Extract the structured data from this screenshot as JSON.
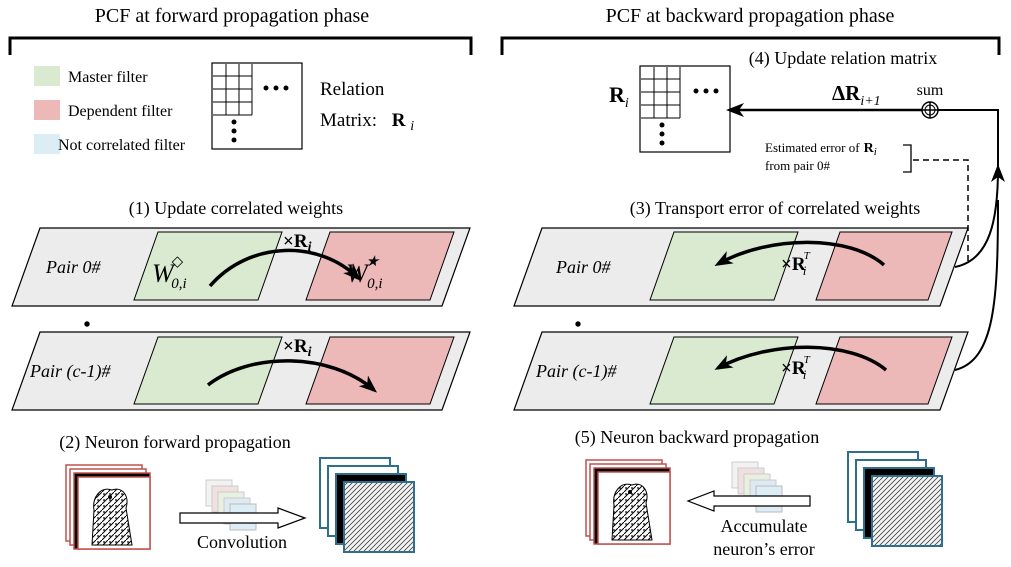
{
  "left_panel": {
    "title": "PCF at forward propagation phase",
    "legend": {
      "master": "Master filter",
      "dependent": "Dependent filter",
      "not_correlated": "Not correlated filter"
    },
    "relation_label_1": "Relation",
    "relation_label_2": "Matrix:",
    "relation_symbol": "R",
    "relation_subscript": "i",
    "step1": "(1) Update correlated weights",
    "pair0": "Pair 0#",
    "pair_last": "Pair (c-1)#",
    "multiplier": "×R",
    "multiplier_sub": "i",
    "w_master": "W",
    "w_master_sup": "◇",
    "w_master_sub": "0,i",
    "w_dependent": "W",
    "w_dependent_sup": "★",
    "w_dependent_sub": "0,i",
    "step2": "(2) Neuron forward propagation",
    "conv_label": "Convolution"
  },
  "right_panel": {
    "title": "PCF at backward propagation phase",
    "step4": "(4) Update relation matrix",
    "r_symbol": "R",
    "r_sub": "i",
    "delta_label": "ΔR",
    "delta_sub": "i+1",
    "sum_label": "sum",
    "est_err_1": "Estimated error of",
    "est_err_r": "R",
    "est_err_sub": "i",
    "est_err_2": "from pair 0#",
    "step3": "(3) Transport error of correlated weights",
    "pair0": "Pair 0#",
    "pair_last": "Pair (c-1)#",
    "multiplier": "×R",
    "multiplier_sup": "T",
    "multiplier_sub": "i",
    "step5": "(5) Neuron backward propagation",
    "accum_1": "Accumulate",
    "accum_2": "neuron’s error"
  },
  "colors": {
    "master": "#d9ead0",
    "dependent": "#ecb8b8",
    "not_correlated": "#dcedf5",
    "pair_bg": "#ececec",
    "input_frame": "#c0504d",
    "output_frame": "#2e6f8e"
  }
}
